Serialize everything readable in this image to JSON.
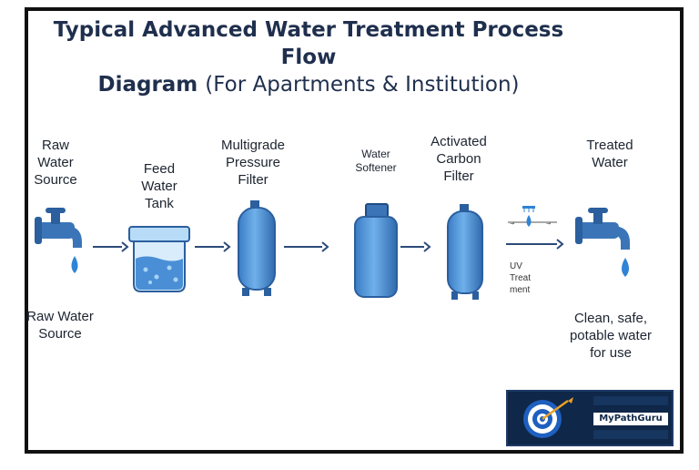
{
  "title": {
    "line1": "Typical Advanced Water Treatment Process Flow",
    "line2_bold": "Diagram",
    "line2_sub": "(For Apartments & Institution)"
  },
  "stages": {
    "raw_source": {
      "label_line1": "Raw",
      "label_line2": "Water",
      "label_line3": "Source",
      "caption_line1": "Raw Water",
      "caption_line2": "Source"
    },
    "feed_tank": {
      "label_line1": "Feed",
      "label_line2": "Water",
      "label_line3": "Tank"
    },
    "multigrade": {
      "label_line1": "Multigrade",
      "label_line2": "Pressure",
      "label_line3": "Filter"
    },
    "softener": {
      "label_line1": "Water",
      "label_line2": "Softener"
    },
    "carbon": {
      "label_line1": "Activated",
      "label_line2": "Carbon",
      "label_line3": "Filter"
    },
    "uv": {
      "label_line1": "UV",
      "label_line2": "Treat",
      "label_line3": "ment"
    },
    "treated": {
      "label_line1": "Treated",
      "label_line2": "Water",
      "caption_line1": "Clean, safe,",
      "caption_line2": "potable water",
      "caption_line3": "for use"
    }
  },
  "logo": {
    "brand": "MyPathGuru",
    "icon": "target-icon"
  },
  "colors": {
    "water_blue": "#4a90d9",
    "dark_blue": "#2b5f9e",
    "title": "#1f2f4d"
  }
}
